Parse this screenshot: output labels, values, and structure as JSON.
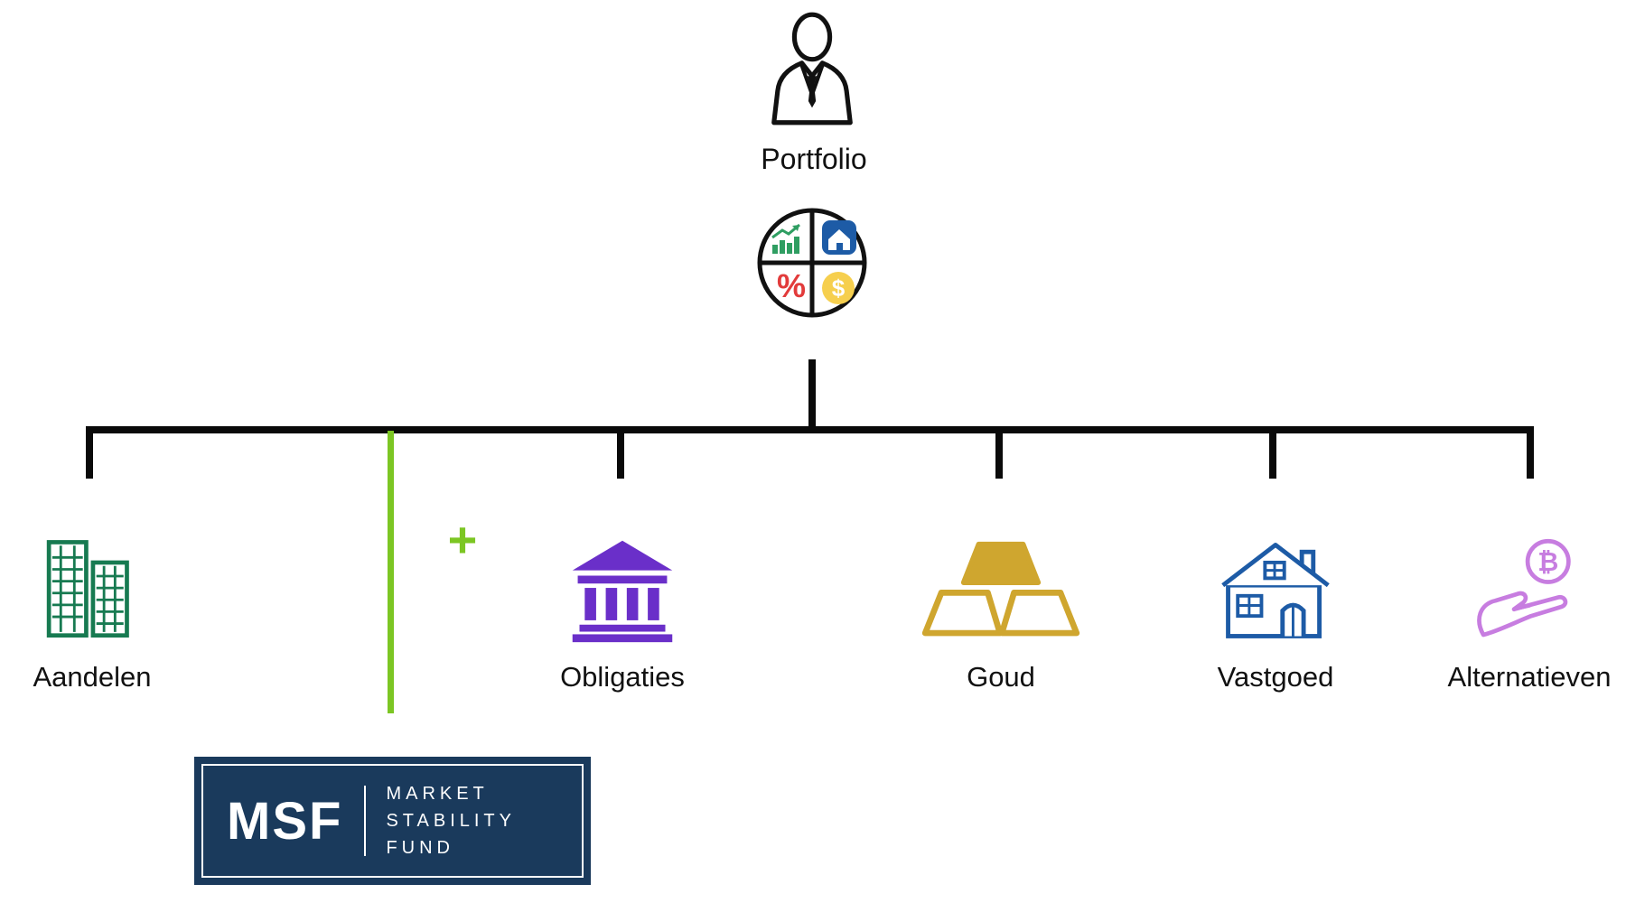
{
  "diagram": {
    "root": {
      "label": "Portfolio",
      "icon": "businessman-icon"
    },
    "allocation_icon": {
      "name": "asset-allocation-pie-icon",
      "percent_glyph": "%",
      "dollar_glyph": "$",
      "chart_color": "#2f9e62",
      "house_color": "#1d5ba6",
      "percent_color": "#e23b3b",
      "coin_color": "#f6cf4e"
    },
    "addition": {
      "plus_glyph": "+",
      "color": "#7cc623"
    },
    "branches": [
      {
        "id": "aandelen",
        "label": "Aandelen",
        "icon": "buildings-icon",
        "color": "#177a51"
      },
      {
        "id": "obligaties",
        "label": "Obligaties",
        "icon": "bank-icon",
        "color": "#6a2fc9"
      },
      {
        "id": "goud",
        "label": "Goud",
        "icon": "gold-bars-icon",
        "color": "#cfa62f"
      },
      {
        "id": "vastgoed",
        "label": "Vastgoed",
        "icon": "house-icon",
        "color": "#1d5ba6"
      },
      {
        "id": "alternatieven",
        "label": "Alternatieven",
        "icon": "hand-bitcoin-icon",
        "color": "#c77de0",
        "coin_glyph": "₿"
      }
    ],
    "msf": {
      "abbr": "MSF",
      "line1": "MARKET",
      "line2": "STABILITY",
      "line3": "FUND",
      "bg_color": "#1a3a5c"
    },
    "line_color": "#0a0a0a"
  }
}
